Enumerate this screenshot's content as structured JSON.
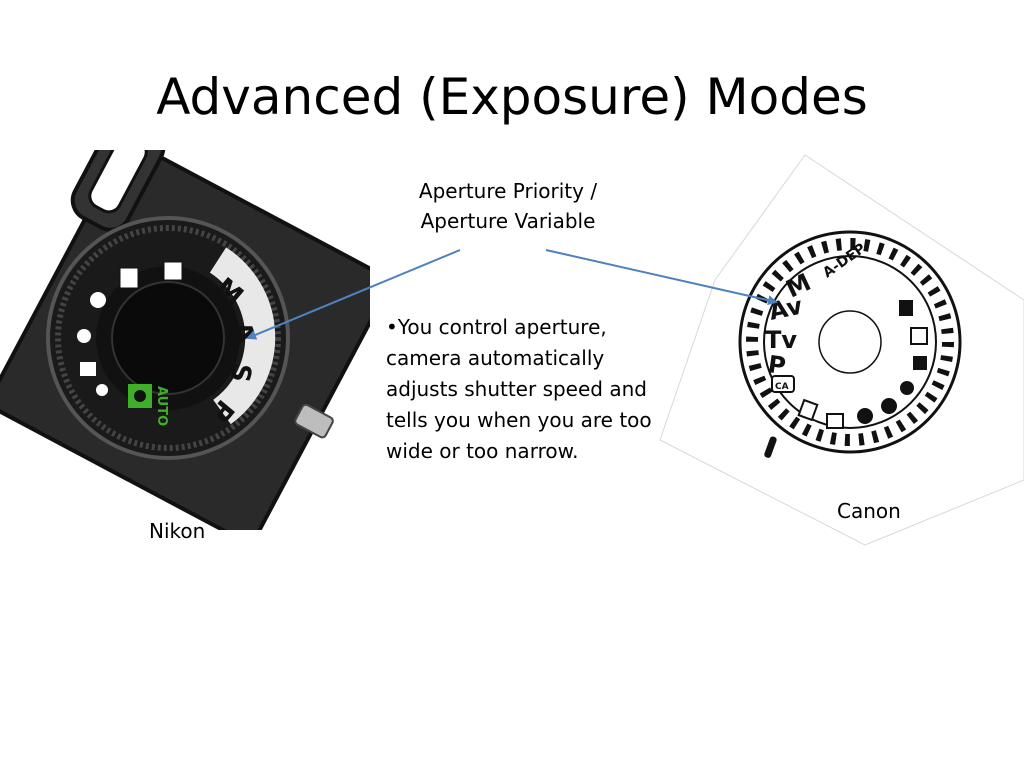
{
  "slide": {
    "title": "Advanced (Exposure) Modes",
    "callout": {
      "line1": "Aperture Priority /",
      "line2": "Aperture Variable"
    },
    "body": "•You control aperture, camera automatically adjusts shutter speed and tells you when you are too wide or too narrow.",
    "nikon_caption": "Nikon",
    "canon_caption": "Canon"
  },
  "nikon_dial": {
    "modes": [
      "M",
      "A",
      "S",
      "P"
    ],
    "auto_label": "AUTO"
  },
  "canon_dial": {
    "modes": [
      "A-DEP",
      "M",
      "Av",
      "Tv",
      "P",
      "CA"
    ]
  },
  "colors": {
    "arrow": "#4f81bd",
    "auto_green": "#3fae29"
  }
}
